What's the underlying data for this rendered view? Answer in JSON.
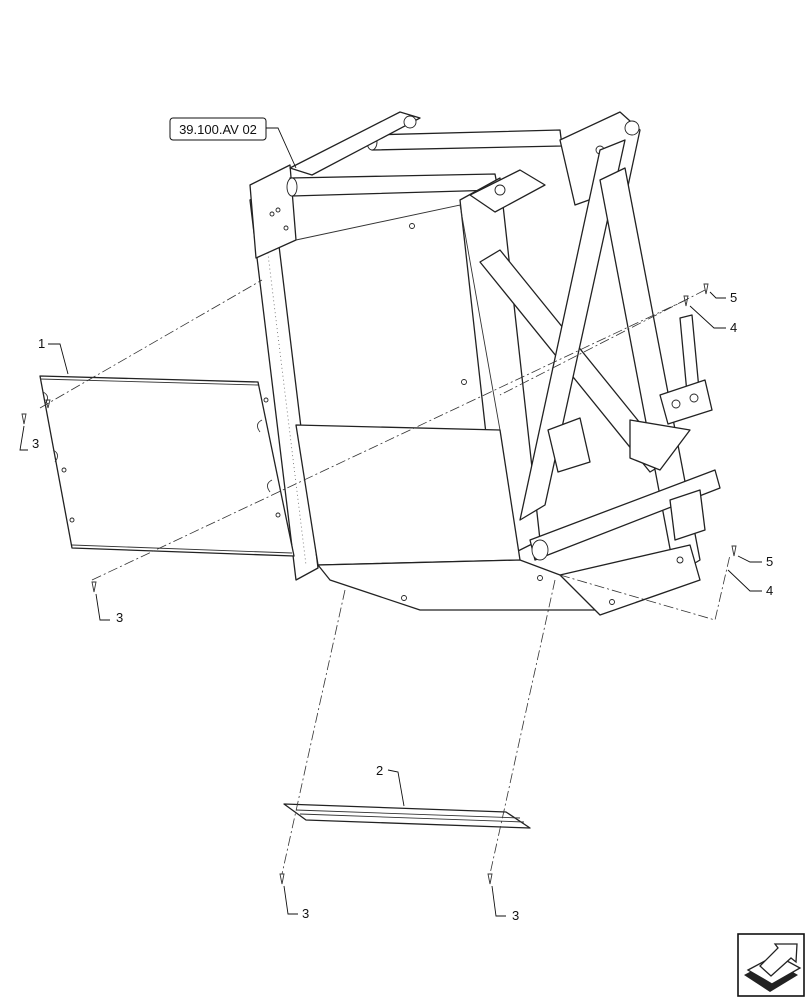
{
  "reference": {
    "label": "39.100.AV 02"
  },
  "callouts": {
    "c1": "1",
    "c2": "2",
    "c3a": "3",
    "c3b": "3",
    "c3c": "3",
    "c3d": "3",
    "c4a": "4",
    "c4b": "4",
    "c5a": "5",
    "c5b": "5"
  },
  "navigation": {
    "icon": "next-page-arrow-icon"
  }
}
